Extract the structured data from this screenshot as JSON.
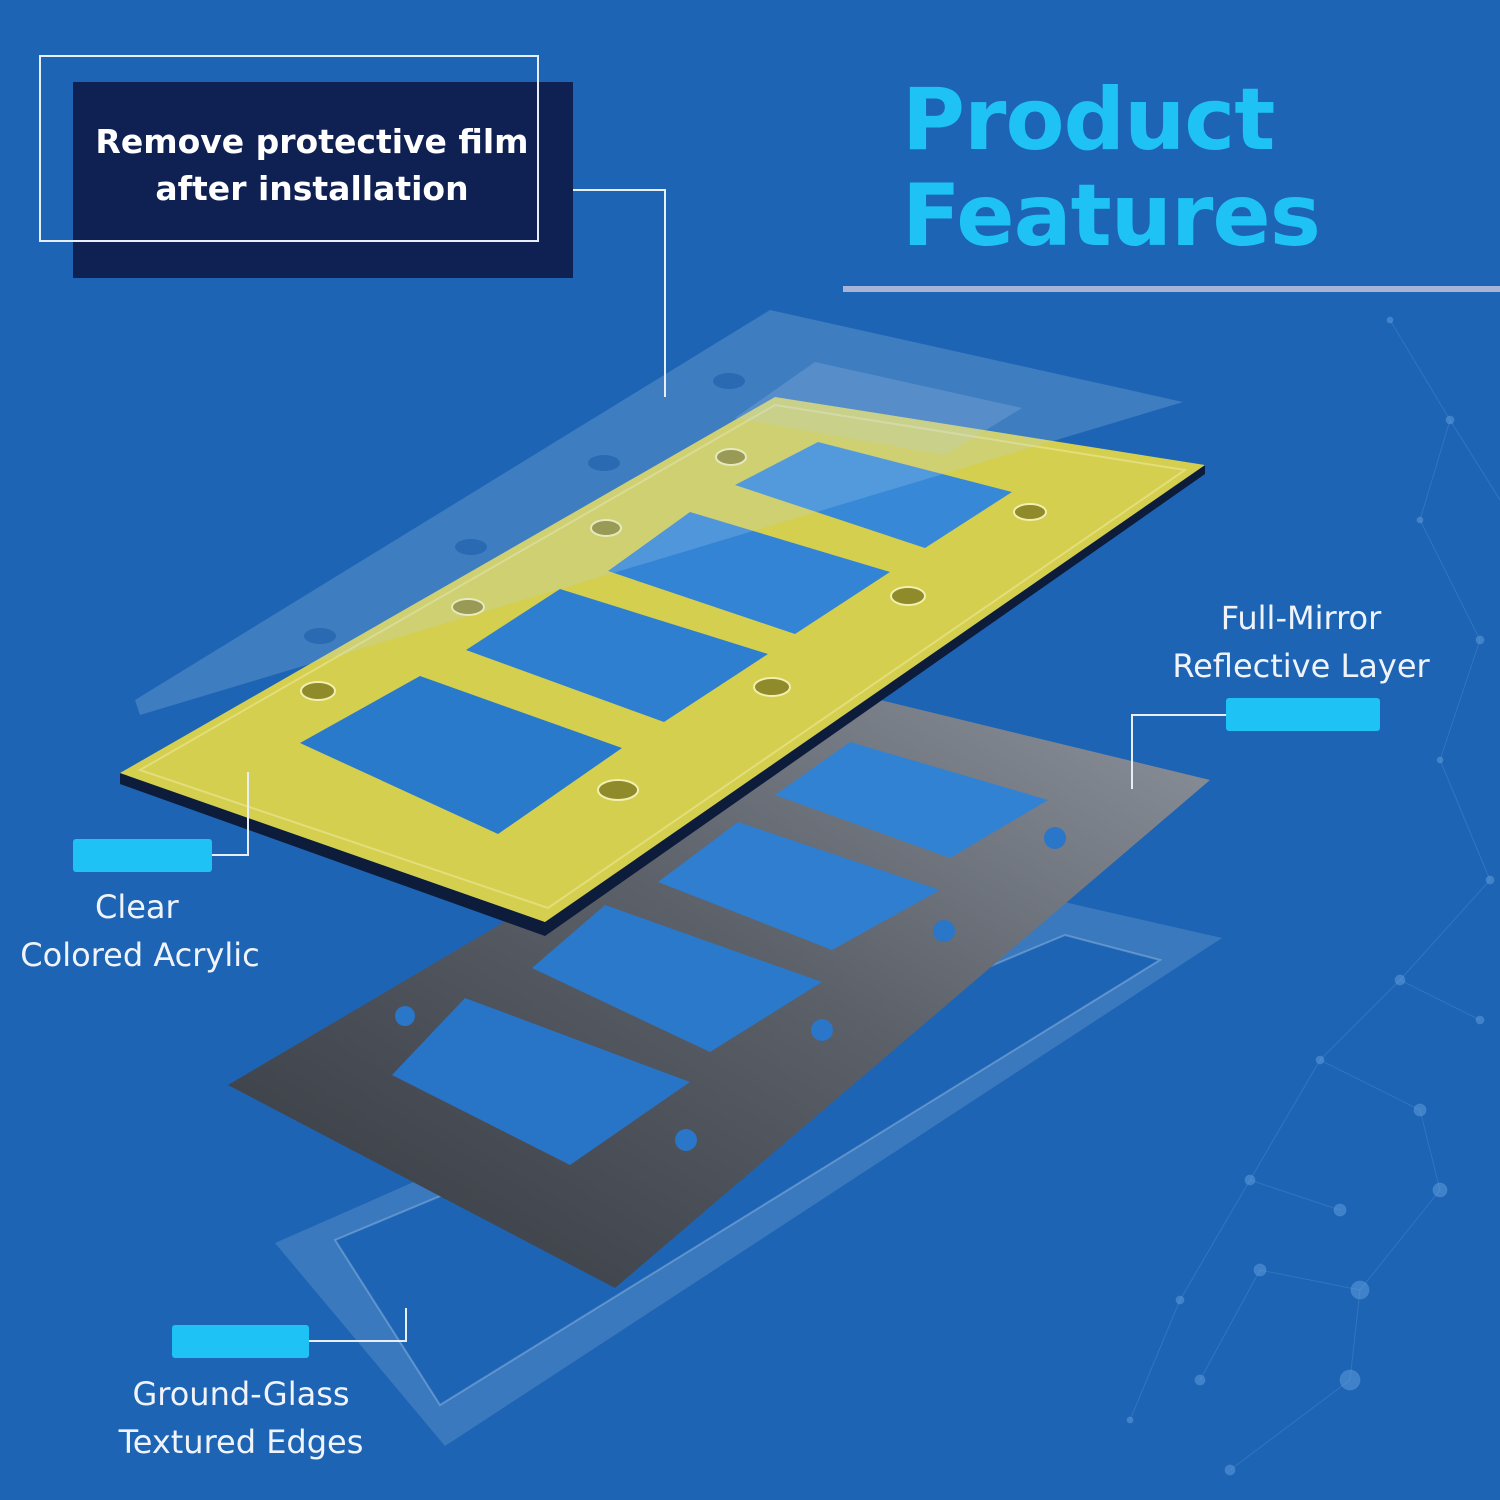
{
  "heading": {
    "line1": "Product",
    "line2": "Features"
  },
  "note": {
    "line1": "Remove protective film",
    "line2": "after installation"
  },
  "callouts": {
    "mirror": {
      "line1": "Full-Mirror",
      "line2": "Reflective Layer"
    },
    "acrylic": {
      "line1": "Clear",
      "line2": "Colored Acrylic"
    },
    "glass": {
      "line1": "Ground-Glass",
      "line2": "Textured Edges"
    }
  },
  "colors": {
    "background": "#1d64b4",
    "accent": "#1fc2f5",
    "note_box": "#0f2152",
    "acrylic_plate": "#d4cf4e",
    "mirror_layer": "#525862"
  }
}
